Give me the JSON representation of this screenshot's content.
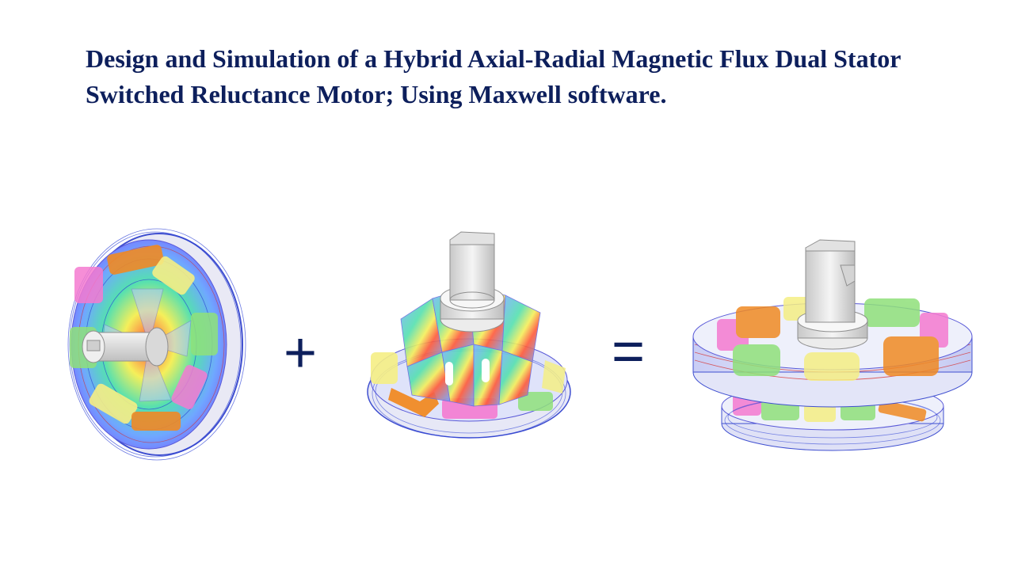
{
  "title": "Design and Simulation of a Hybrid Axial-Radial Magnetic Flux Dual Stator Switched Reluctance Motor; Using Maxwell software.",
  "operators": {
    "plus": "+",
    "equals": "="
  },
  "figures": [
    {
      "id": "axial-flux-motor-model"
    },
    {
      "id": "radial-flux-motor-model"
    },
    {
      "id": "hybrid-motor-model"
    }
  ],
  "colors": {
    "title": "#0d1f5c",
    "coil_orange": "#f08a24",
    "coil_pink": "#f47ad0",
    "coil_yellow": "#f5ee84",
    "coil_green": "#8fe07a",
    "shaft": "#dcdcdc",
    "flux_blue": "#2b3fd6",
    "flux_red": "#d8241f"
  }
}
